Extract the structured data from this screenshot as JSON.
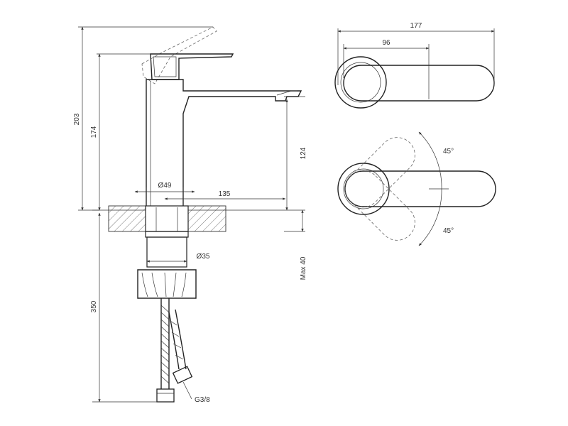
{
  "dimensions": {
    "total_height": "203",
    "spout_height": "174",
    "outlet_height": "124",
    "body_diameter": "Ø49",
    "spout_reach": "135",
    "total_length": "177",
    "handle_length": "96",
    "rotation_upper": "45°",
    "rotation_lower": "45°",
    "shank_diameter": "Ø35",
    "max_thickness": "Max 40",
    "hose_length": "350",
    "connection_thread": "G3/8"
  },
  "colors": {
    "line": "#222222",
    "background": "#ffffff"
  }
}
